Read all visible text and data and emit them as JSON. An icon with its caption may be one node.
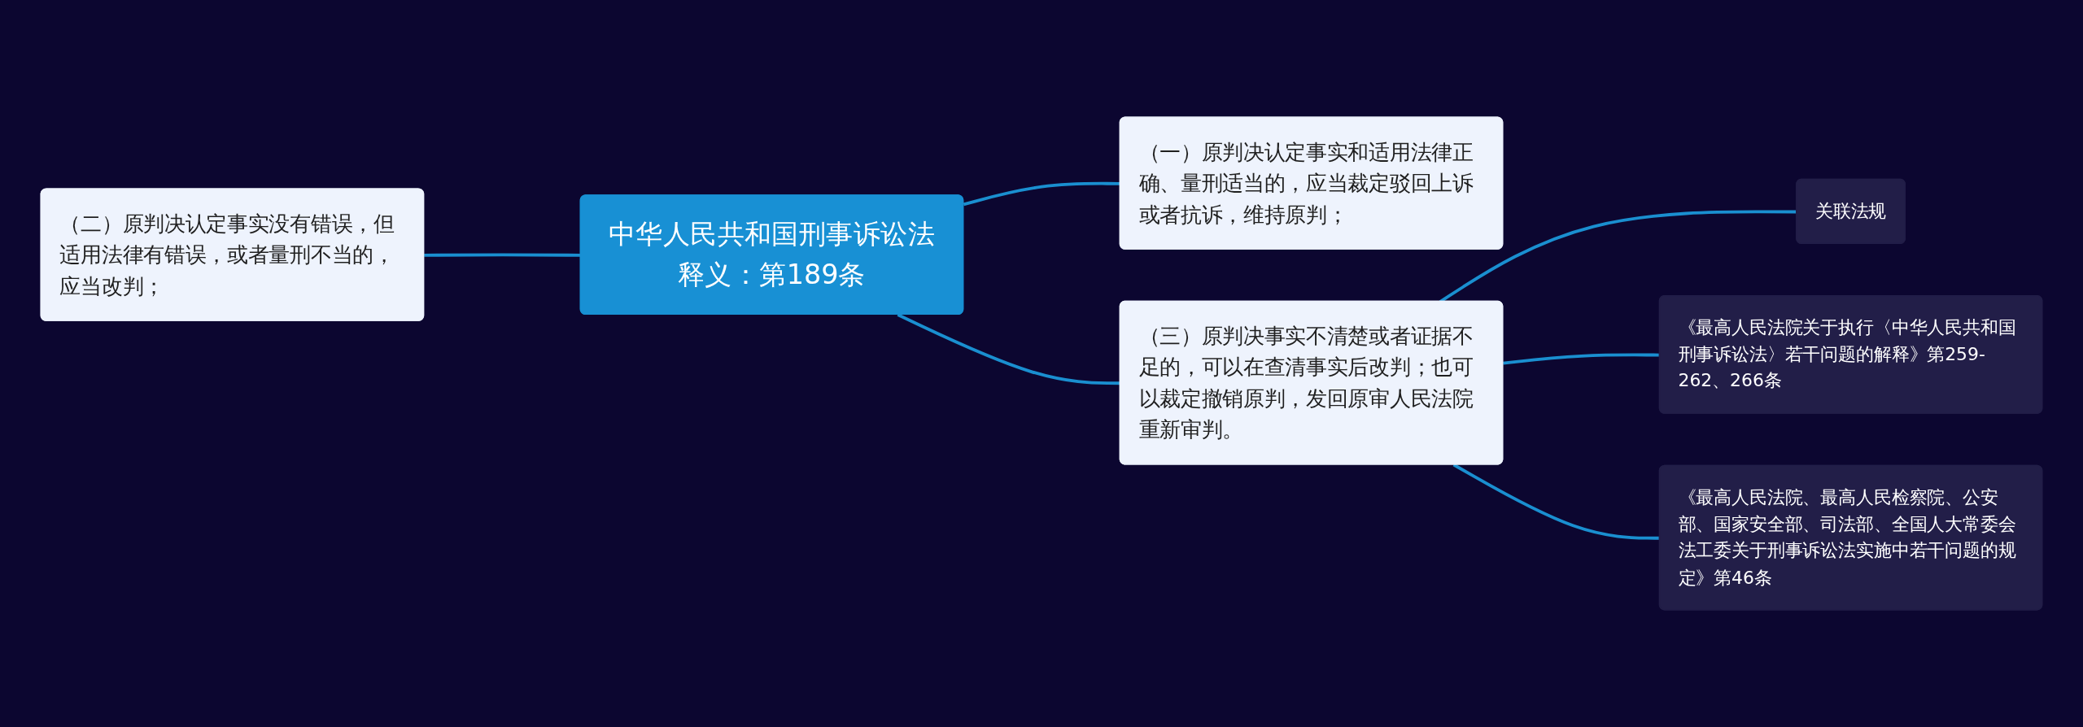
{
  "diagram": {
    "nodes": [
      {
        "text": [
          "中华人民共和国刑事诉讼法释义：第189条"
        ]
      },
      {
        "text": [
          "（一）原判决认定事实和适用法律正确、量刑适当的，应当裁定驳回上诉或者抗诉，维持原判；"
        ]
      },
      {
        "text": [
          "（二）原判决认定事实没有错误，但适用法律有错误，或者量刑不当的，应当改判；"
        ]
      },
      {
        "text": [
          "（三）原判决事实不清楚或者证据不足的，可以在查清事实后改判；也可以裁定撤销原判，发回原审人民法院重新审判。"
        ]
      },
      {
        "text": [
          "关联法规"
        ]
      },
      {
        "text": [
          "《最高人民法院关于执行〈中华人民共和国刑事诉讼法〉若干问题的解释》第259-262、266条"
        ]
      },
      {
        "text": [
          "《最高人民法院、最高人民检察院、公安部、国家安全部、司法部、全国人大常委会法工委关于刑事诉讼法实施中若干问题的规定》第46条"
        ]
      }
    ],
    "edges": [
      {
        "from": 2,
        "to": 0,
        "arrow": "none"
      },
      {
        "from": 0,
        "to": 1,
        "arrow": "none"
      },
      {
        "from": 0,
        "to": 3,
        "arrow": "none"
      },
      {
        "from": 3,
        "to": 4,
        "arrow": "none"
      },
      {
        "from": 3,
        "to": 5,
        "arrow": "none"
      },
      {
        "from": 3,
        "to": 6,
        "arrow": "none"
      }
    ]
  }
}
